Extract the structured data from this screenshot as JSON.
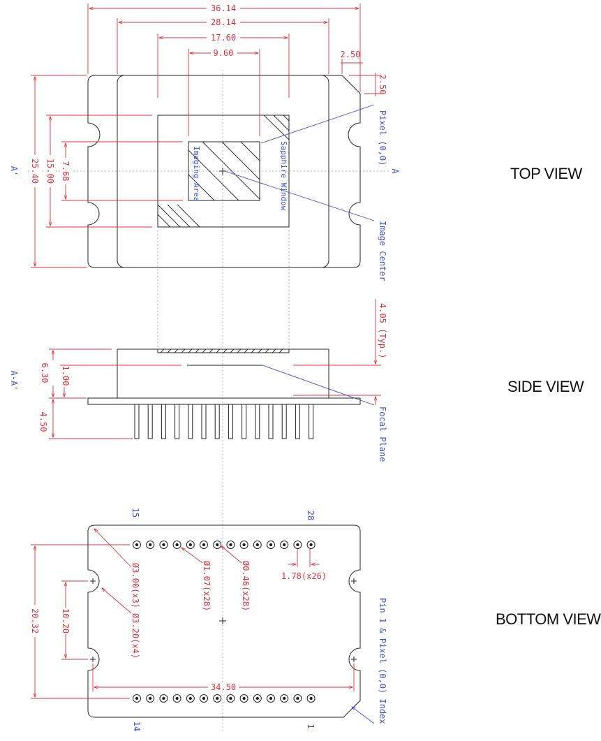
{
  "views": {
    "top": "TOP VIEW",
    "side": "SIDE VIEW",
    "bottom": "BOTTOM VIEW"
  },
  "top_view": {
    "dims": {
      "width_outer": "36.14",
      "width_body": "28.14",
      "width_window": "17.60",
      "width_imaging": "9.60",
      "corner_x": "2.50",
      "corner_y": "2.50",
      "height_total": "25.40",
      "height_window": "15.00",
      "height_imaging": "7.68"
    },
    "section_left": "A'",
    "section_right": "A",
    "notes": {
      "pixel": "Pixel (0,0)",
      "image_center": "Image Center",
      "imaging_area": "Imaging Area",
      "sapphire_window": "Sapphire Window"
    }
  },
  "side_view": {
    "section": "A-A'",
    "dims": {
      "height_total": "6.30",
      "focal_offset": "1.00",
      "pin_length": "4.50",
      "window_height": "4.05 (Typ.)"
    },
    "notes": {
      "focal_plane": "Focal Plane"
    }
  },
  "bottom_view": {
    "pin_labels": {
      "top_left": "15",
      "top_right": "28",
      "bottom_left": "14",
      "bottom_right": "1"
    },
    "dims": {
      "hole_300": "Ø3.00(x3)",
      "hole_320": "Ø3.20(x4)",
      "pin_107": "Ø1.07(x28)",
      "pin_046": "Ø0.46(x28)",
      "pitch": "1.78(x26)",
      "height_pins": "20.32",
      "height_holes": "10.20",
      "width_holes": "34.50"
    },
    "notes": {
      "index": "Pin 1 & Pixel (0,0) Index"
    }
  }
}
